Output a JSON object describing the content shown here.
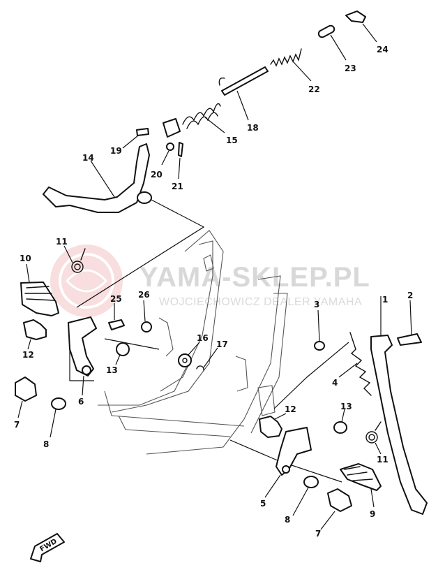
{
  "watermark": {
    "title": "YAMA-SKLEP.PL",
    "subtitle": "WOJCIECHOWICZ DEALER YAMAHA",
    "accent_color": "#f3c4c4"
  },
  "direction_marker": {
    "label": "FWD"
  },
  "callouts": [
    "1",
    "2",
    "3",
    "4",
    "5",
    "6",
    "7",
    "7",
    "8",
    "8",
    "9",
    "10",
    "11",
    "11",
    "12",
    "12",
    "13",
    "13",
    "14",
    "15",
    "16",
    "17",
    "18",
    "19",
    "20",
    "21",
    "22",
    "23",
    "24",
    "25",
    "26"
  ]
}
